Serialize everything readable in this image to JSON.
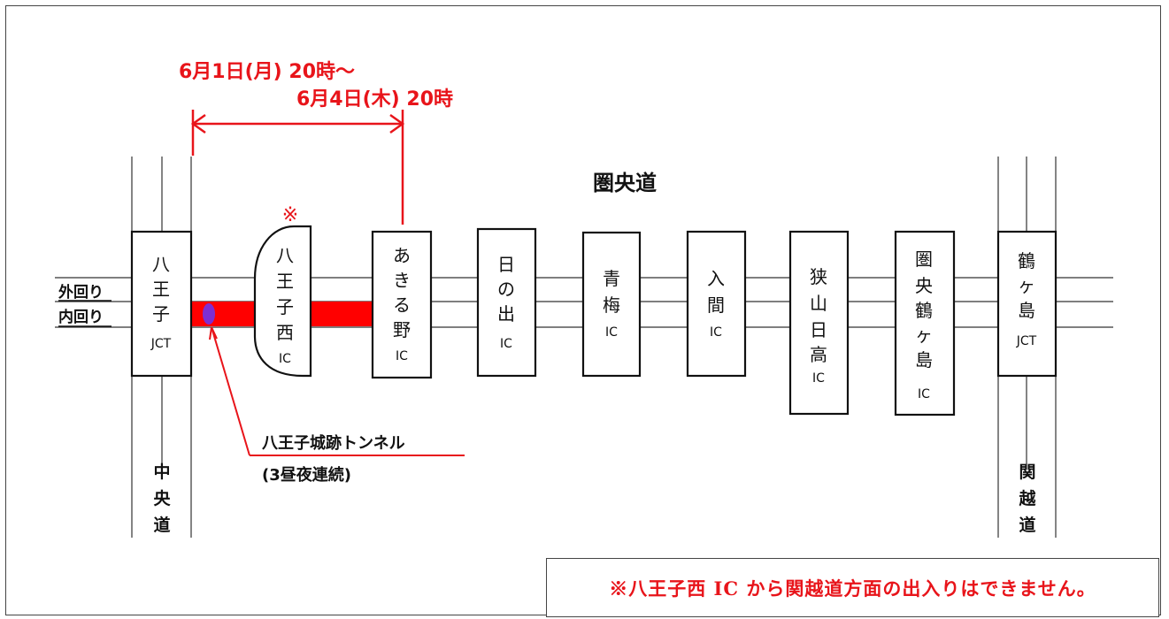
{
  "closure": {
    "line1": "6月1日(月) 20時～",
    "line2": "6月4日(木) 20時",
    "color": "#e8141a"
  },
  "route_name": "圏央道",
  "lanes": {
    "outer": "外回り",
    "inner": "内回り"
  },
  "junctions": {
    "hachioji_jct": [
      "八",
      "王",
      "子",
      "JCT"
    ],
    "tsurugashima_jct": [
      "鶴",
      "ヶ",
      "島",
      "JCT"
    ]
  },
  "interchanges": {
    "hachioji_nishi": {
      "chars": [
        "八",
        "王",
        "子",
        "西",
        "IC"
      ],
      "mark": "※"
    },
    "akiruno": [
      "あ",
      "き",
      "る",
      "野",
      "IC"
    ],
    "hinode": [
      "日",
      "の",
      "出",
      "IC"
    ],
    "ome": [
      "青",
      "梅",
      "IC"
    ],
    "iruma": [
      "入",
      "間",
      "IC"
    ],
    "sayama_hidaka": [
      "狭",
      "山",
      "日",
      "高",
      "IC"
    ],
    "kenou_tsurugashima": [
      "圏",
      "央",
      "鶴",
      "ヶ",
      "島",
      "IC"
    ]
  },
  "crossing_roads": {
    "chuo": [
      "中",
      "央",
      "道"
    ],
    "kanetsu": [
      "関",
      "越",
      "道"
    ]
  },
  "tunnel": {
    "name": "八王子城跡トンネル",
    "note": "(3昼夜連続)"
  },
  "notice": "※八王子西 IC から関越道方面の出入りはできません。"
}
